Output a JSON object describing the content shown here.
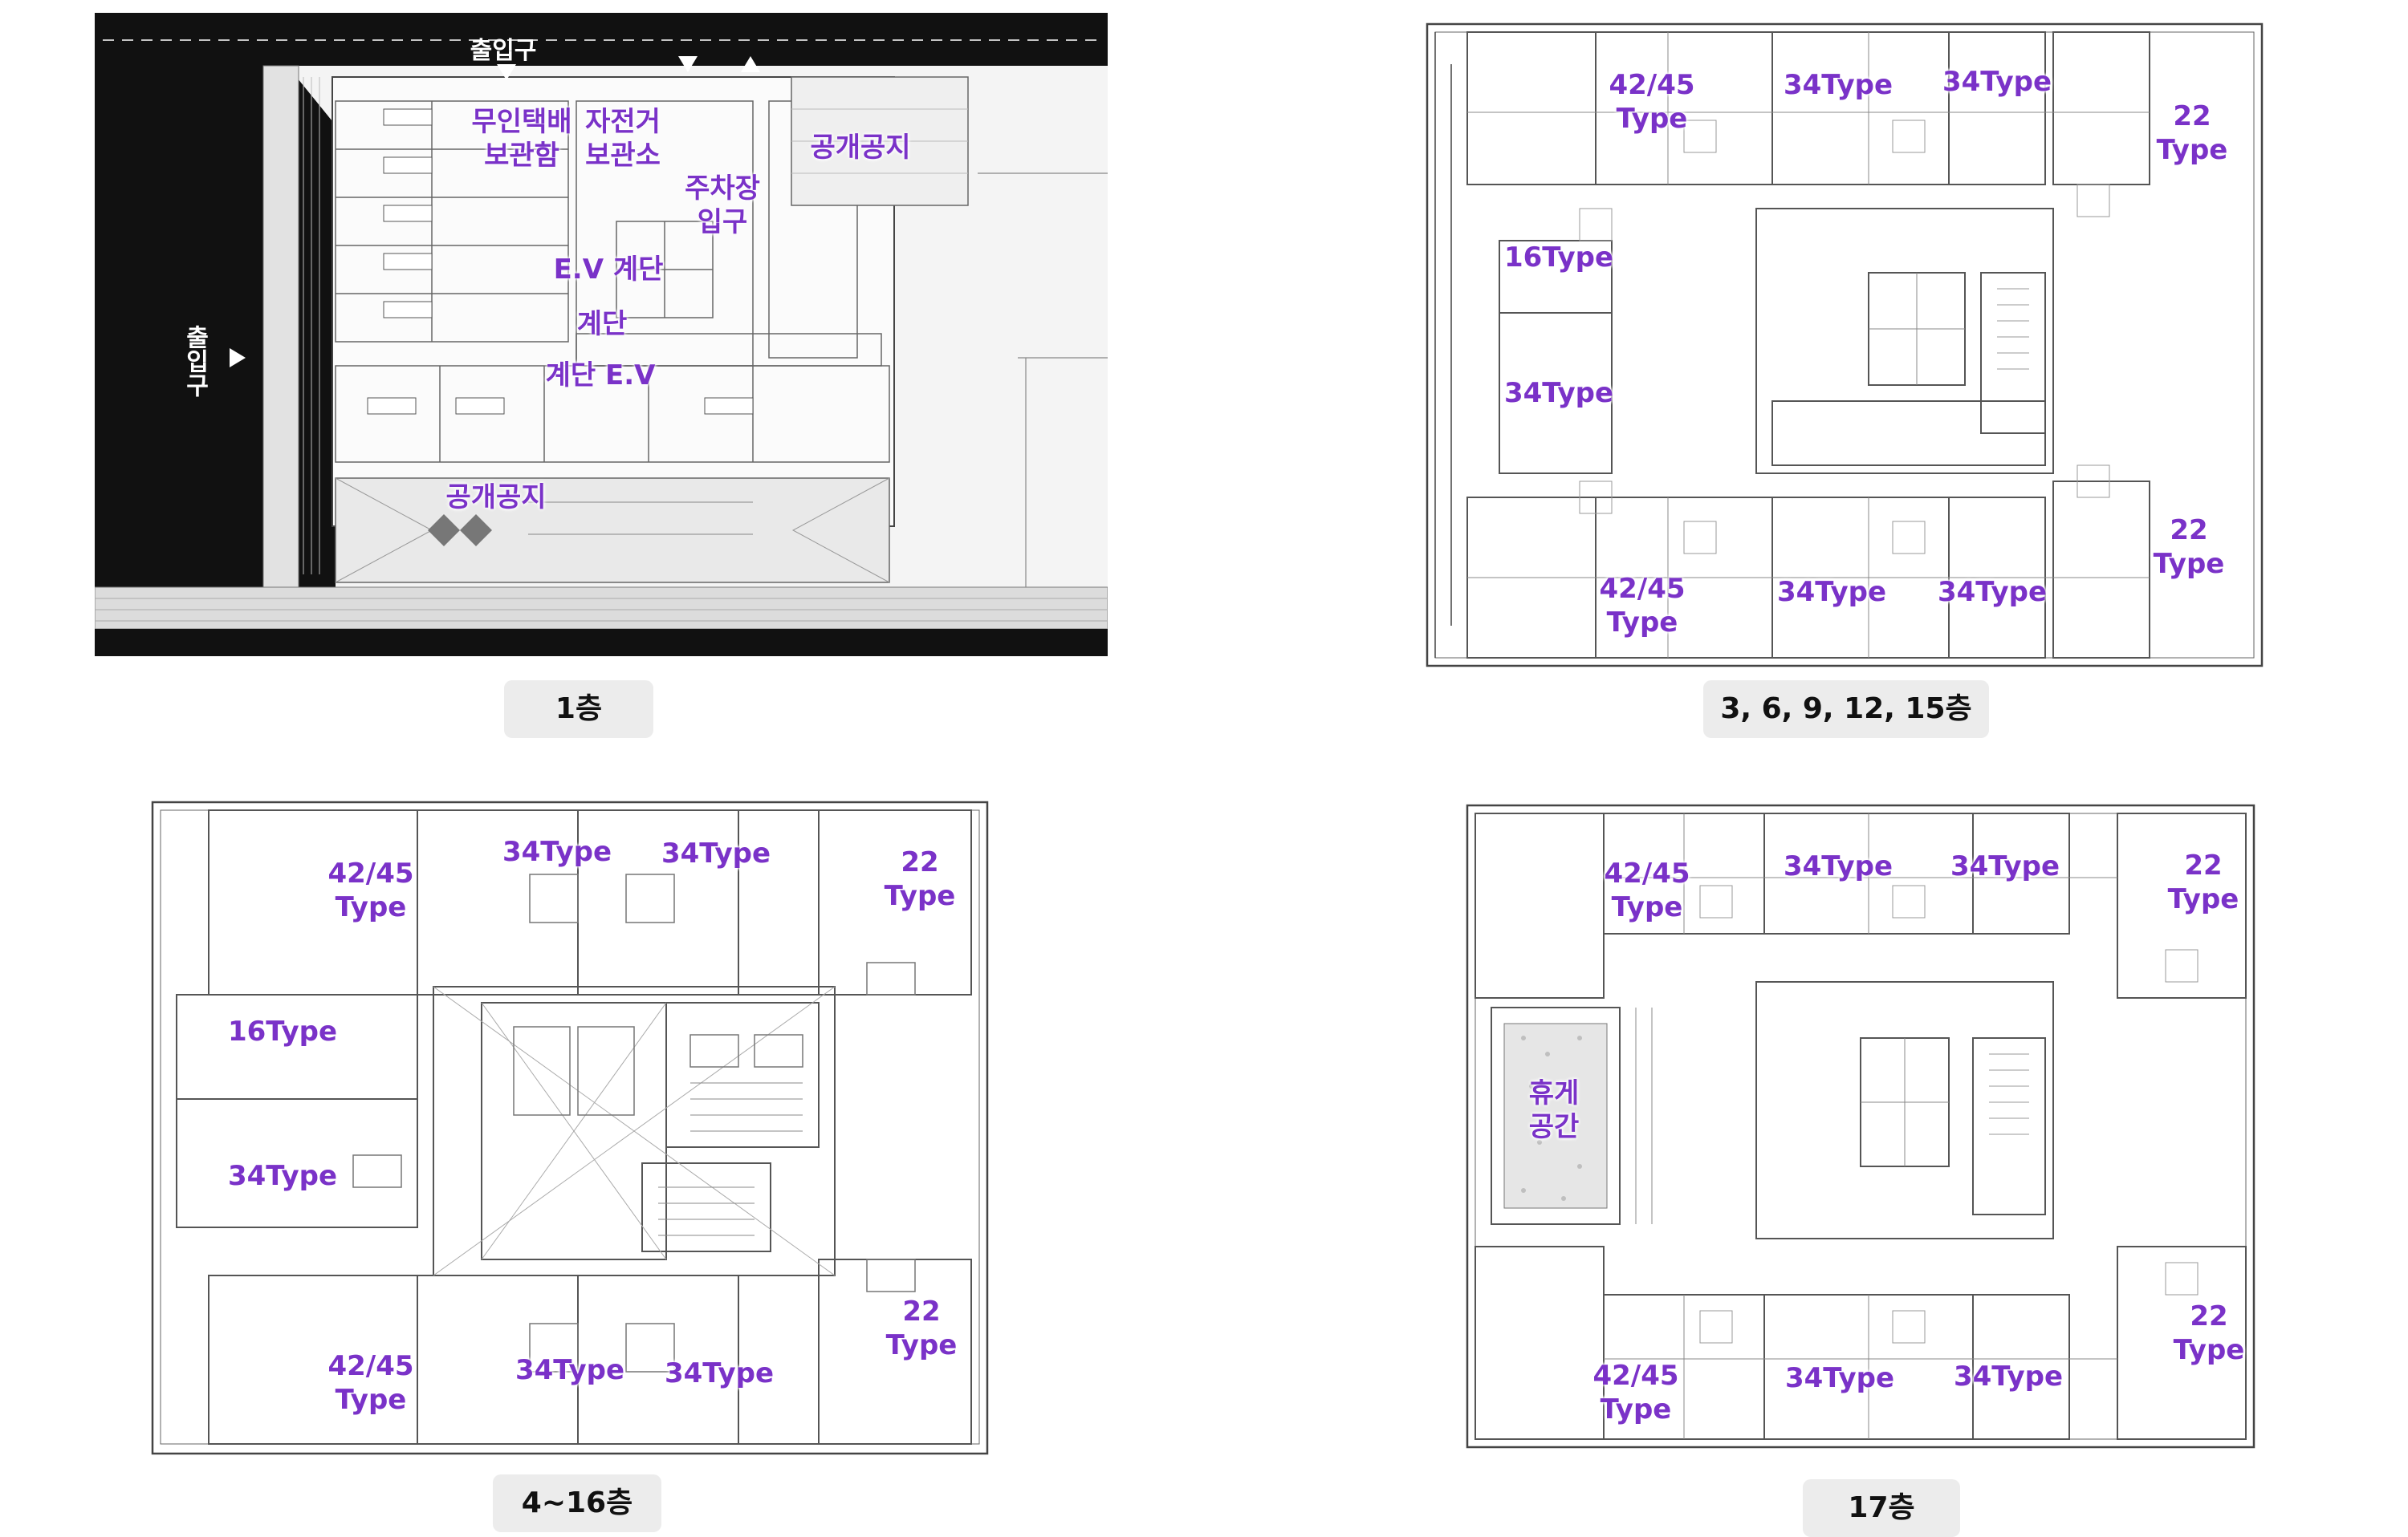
{
  "panels": [
    {
      "caption": "1층",
      "labels": {
        "entrance_top": "출입구",
        "entrance_left": "출입구",
        "parcel_lockers": [
          "무인택배",
          "보관함"
        ],
        "bike_storage": [
          "자전거",
          "보관소"
        ],
        "parking_entrance": [
          "주차장",
          "입구"
        ],
        "open_space_top": "공개공지",
        "ev_stairs_1": "E.V 계단",
        "stairs_2": "계단",
        "stairs_ev_2": "계단  E.V",
        "open_space_bottom": "공개공지"
      }
    },
    {
      "caption": "3, 6, 9, 12, 15층",
      "labels": [
        [
          "42/45",
          "Type"
        ],
        [
          "34Type"
        ],
        [
          "34Type"
        ],
        [
          "22",
          "Type"
        ],
        [
          "16Type"
        ],
        [
          "34Type"
        ],
        [
          "42/45",
          "Type"
        ],
        [
          "34Type"
        ],
        [
          "34Type"
        ],
        [
          "22",
          "Type"
        ]
      ]
    },
    {
      "caption": "4~16층",
      "labels": [
        [
          "42/45",
          "Type"
        ],
        [
          "34Type"
        ],
        [
          "34Type"
        ],
        [
          "22",
          "Type"
        ],
        [
          "16Type"
        ],
        [
          "34Type"
        ],
        [
          "42/45",
          "Type"
        ],
        [
          "34Type"
        ],
        [
          "34Type"
        ],
        [
          "22",
          "Type"
        ]
      ]
    },
    {
      "caption": "17층",
      "labels": [
        [
          "42/45",
          "Type"
        ],
        [
          "34Type"
        ],
        [
          "34Type"
        ],
        [
          "22",
          "Type"
        ],
        [
          "휴게",
          "공간"
        ],
        [
          "42/45",
          "Type"
        ],
        [
          "34Type"
        ],
        [
          "34Type"
        ],
        [
          "22",
          "Type"
        ]
      ]
    }
  ],
  "colors": {
    "label": "#7a32c8",
    "road": "#111111",
    "line": "#555555",
    "caption_bg": "#ececec"
  }
}
